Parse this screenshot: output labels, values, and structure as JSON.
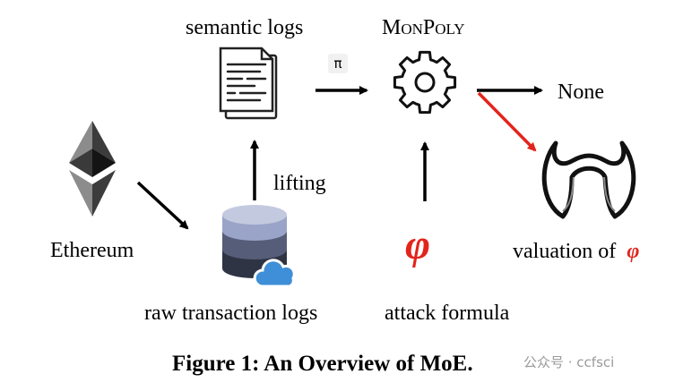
{
  "labels": {
    "semantic_logs": "semantic logs",
    "monpoly": "MonPoly",
    "pi": "π",
    "none": "None",
    "lifting": "lifting",
    "ethereum": "Ethereum",
    "raw_logs": "raw transaction logs",
    "attack_formula": "attack formula",
    "valuation": "valuation of",
    "phi": "φ"
  },
  "caption": "Figure 1: An Overview of MoE.",
  "watermark": "公众号 · ccfsci",
  "colors": {
    "arrow": "#000000",
    "highlight": "#e3241b",
    "db_top": "#9aa4c8",
    "db_mid": "#555d79",
    "db_bot": "#2e3444",
    "cloud": "#3f8fd8"
  },
  "icons": [
    "document-icon",
    "gear-icon",
    "ethereum-icon",
    "database-cloud-icon",
    "devil-horns-icon"
  ]
}
